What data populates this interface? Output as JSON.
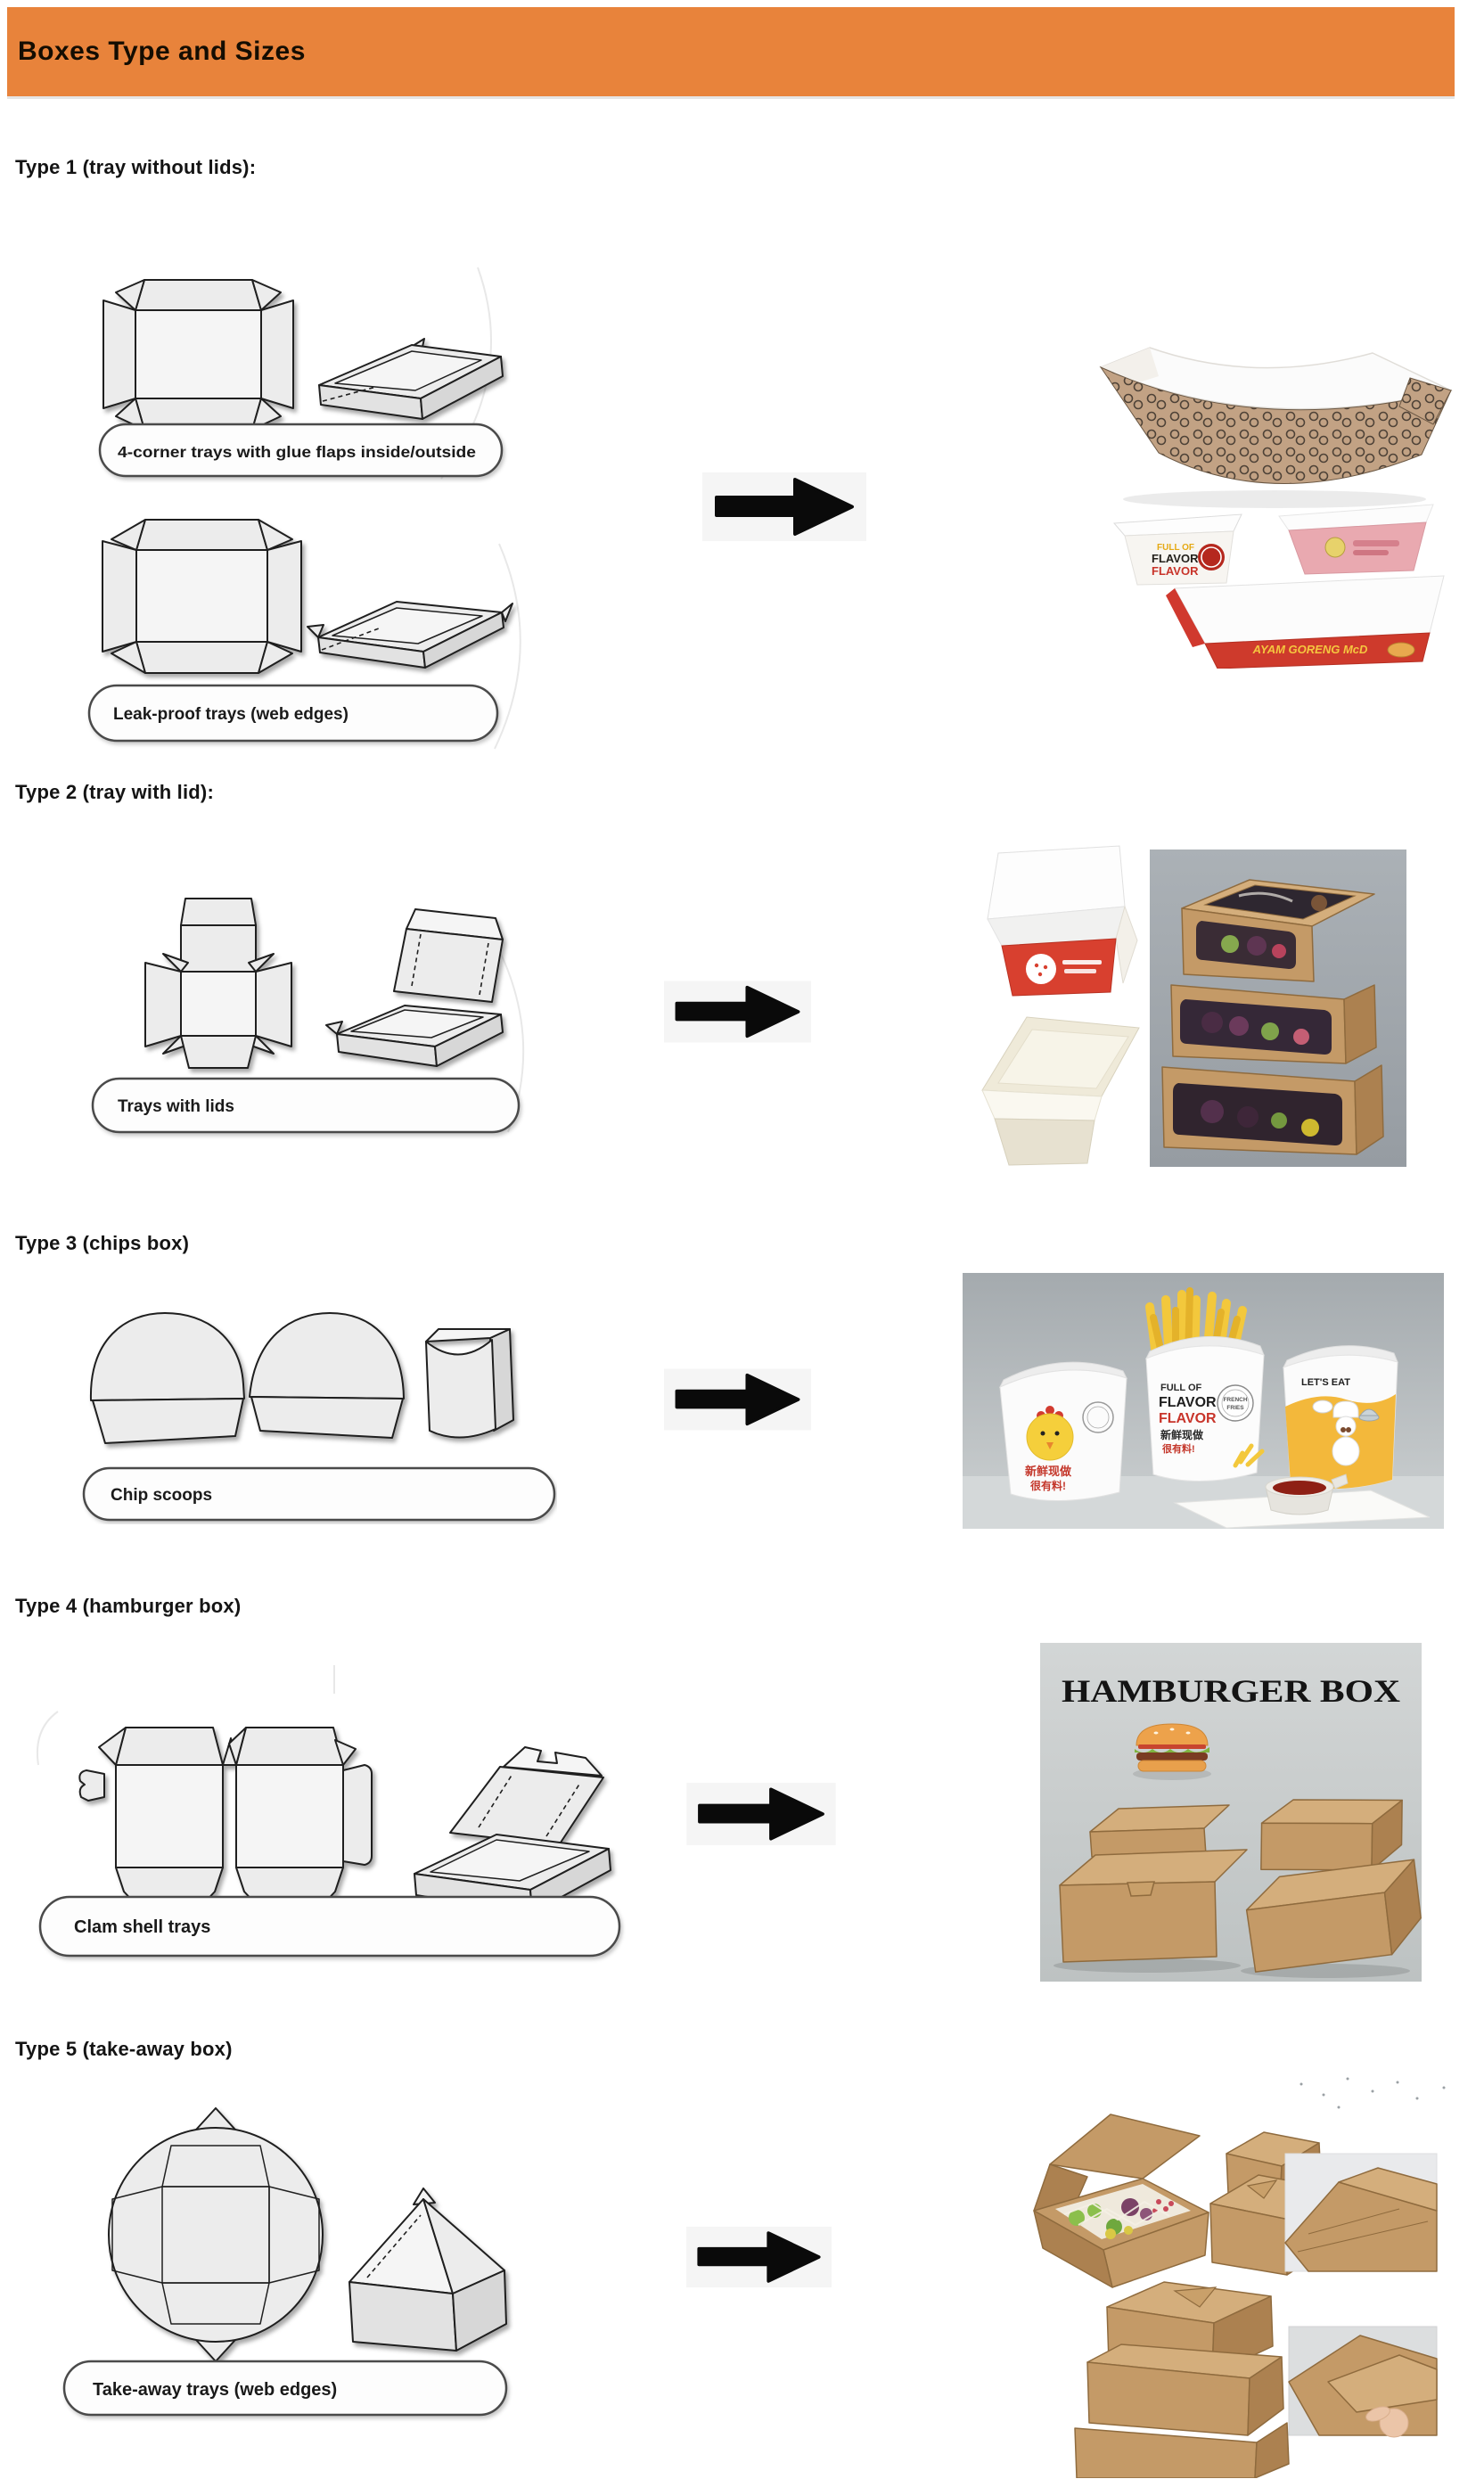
{
  "header": {
    "title": "Boxes Type and Sizes"
  },
  "theme": {
    "header_bg": "#E8833B",
    "header_text": "#140D02",
    "heading_text": "#141414",
    "pill_border": "#4A4A4A",
    "arrow_black": "#0A0A0A",
    "arrow_bg": "#F5F5F5",
    "kraft": "#C49A67",
    "photo_gray_bg": "#A9AFB4"
  },
  "sections": [
    {
      "id": "type-1",
      "heading": "Type 1 (tray without lids):",
      "labels": [
        "4-corner trays with glue flaps inside/outside",
        "Leak-proof trays (web edges)"
      ],
      "photo": {
        "flavor_line_1": "FULL OF",
        "flavor_line_2": "FLAVOR",
        "flavor_line_3": "FLAVOR",
        "long_tray_text": "AYAM GORENG McD"
      }
    },
    {
      "id": "type-2",
      "heading": "Type 2 (tray with lid):",
      "labels": [
        "Trays with lids"
      ]
    },
    {
      "id": "type-3",
      "heading": "Type 3 (chips box)",
      "labels": [
        "Chip scoops"
      ],
      "photo": {
        "left_text_1": "新鲜现做",
        "left_text_2": "很有料!",
        "middle_text_1": "FULL OF",
        "middle_text_2": "FLAVOR",
        "middle_text_3": "FLAVOR",
        "middle_text_4": "新鲜现做",
        "middle_text_5": "很有料!",
        "stamp_line_1": "FRENCH",
        "stamp_line_2": "FRIES",
        "right_text": "LET'S EAT"
      }
    },
    {
      "id": "type-4",
      "heading": "Type 4 (hamburger box)",
      "labels": [
        "Clam shell trays"
      ],
      "photo": {
        "title": "HAMBURGER BOX"
      }
    },
    {
      "id": "type-5",
      "heading": "Type 5 (take-away box)",
      "labels": [
        "Take-away trays (web edges)"
      ]
    }
  ]
}
